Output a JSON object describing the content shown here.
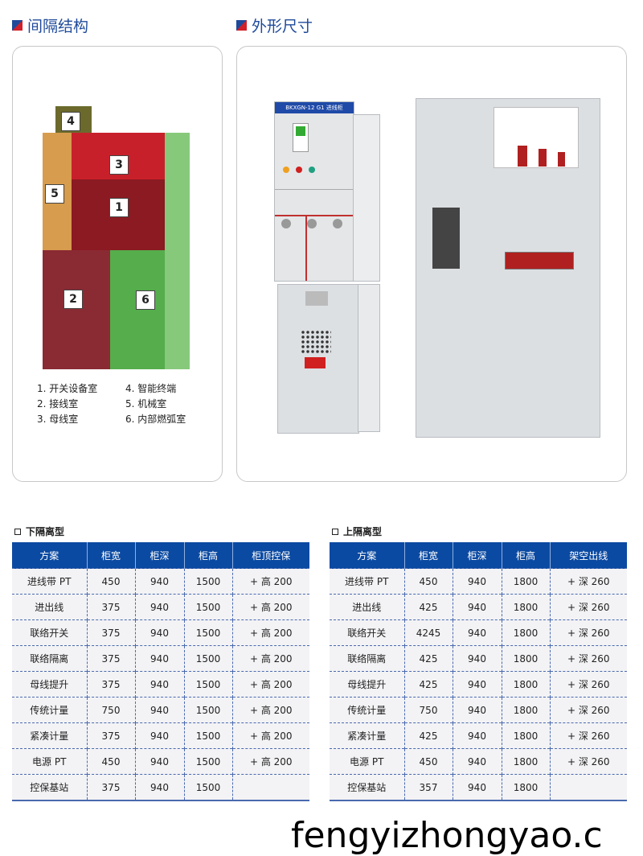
{
  "sections": {
    "structure_title": "间隔结构",
    "dimensions_title": "外形尺寸"
  },
  "diagram": {
    "labels": [
      "1",
      "2",
      "3",
      "4",
      "5",
      "6"
    ],
    "legend": [
      "1.  开关设备室",
      "2.  接线室",
      "3.  母线室",
      "4.  智能终端",
      "5.  机械室",
      "6.  内部燃弧室"
    ],
    "colors": {
      "switchgear": "#8b1a22",
      "cable": "#8a2a33",
      "busbar": "#c8202a",
      "terminal": "#6b6a2c",
      "mechanism": "#d79c4e",
      "arc": "#55ad4c",
      "arc_light": "#86c97a"
    }
  },
  "cabinet": {
    "nameplate": "BKXGN-12  G1  进线柜"
  },
  "tables": [
    {
      "title": "下隔离型",
      "headers": [
        "方案",
        "柜宽",
        "柜深",
        "柜高",
        "柜顶控保"
      ],
      "rows": [
        [
          "进线带 PT",
          "450",
          "940",
          "1500",
          "+ 高 200"
        ],
        [
          "进出线",
          "375",
          "940",
          "1500",
          "+ 高 200"
        ],
        [
          "联络开关",
          "375",
          "940",
          "1500",
          "+ 高 200"
        ],
        [
          "联络隔离",
          "375",
          "940",
          "1500",
          "+ 高 200"
        ],
        [
          "母线提升",
          "375",
          "940",
          "1500",
          "+ 高 200"
        ],
        [
          "传统计量",
          "750",
          "940",
          "1500",
          "+ 高 200"
        ],
        [
          "紧凑计量",
          "375",
          "940",
          "1500",
          "+ 高 200"
        ],
        [
          "电源 PT",
          "450",
          "940",
          "1500",
          "+ 高 200"
        ],
        [
          "控保基站",
          "375",
          "940",
          "1500",
          ""
        ]
      ]
    },
    {
      "title": "上隔离型",
      "headers": [
        "方案",
        "柜宽",
        "柜深",
        "柜高",
        "架空出线"
      ],
      "rows": [
        [
          "进线带 PT",
          "450",
          "940",
          "1800",
          "+ 深 260"
        ],
        [
          "进出线",
          "425",
          "940",
          "1800",
          "+ 深 260"
        ],
        [
          "联络开关",
          "4245",
          "940",
          "1800",
          "+ 深 260"
        ],
        [
          "联络隔离",
          "425",
          "940",
          "1800",
          "+ 深 260"
        ],
        [
          "母线提升",
          "425",
          "940",
          "1800",
          "+ 深 260"
        ],
        [
          "传统计量",
          "750",
          "940",
          "1800",
          "+ 深 260"
        ],
        [
          "紧凑计量",
          "425",
          "940",
          "1800",
          "+ 深 260"
        ],
        [
          "电源 PT",
          "450",
          "940",
          "1800",
          "+ 深 260"
        ],
        [
          "控保基站",
          "357",
          "940",
          "1800",
          ""
        ]
      ]
    }
  ],
  "watermark": "fengyizhongyao.c"
}
